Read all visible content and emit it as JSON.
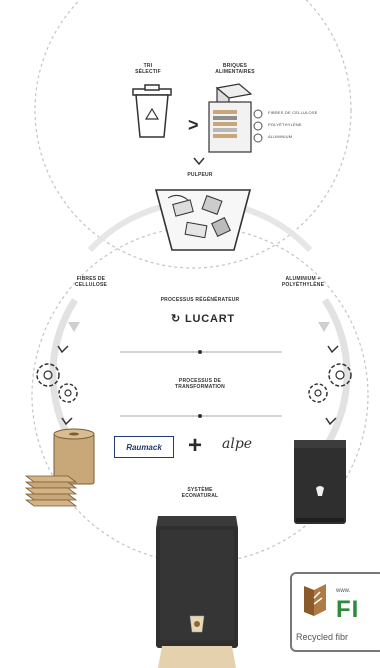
{
  "top": {
    "bin_label": "TRI\nSÉLECTIF",
    "carton_label": "BRIQUES\nALIMENTAIRES",
    "layers": [
      "FIBRES DE CELLULOSE",
      "POLYÉTHYLÈNE",
      "ALUMINIUM"
    ],
    "pulper_label": "PULPEUR"
  },
  "cycle": {
    "left_label": "FIBRES DE\nCELLULOSE",
    "right_label": "ALUMINIUM +\nPOLYÉTHYLÈNE",
    "regen_label": "PROCESSUS RÉGÉNÉRATEUR",
    "brand": "LUCART",
    "transform_label": "PROCESSUS DE\nTRANSFORMATION"
  },
  "bottom": {
    "logo1": "Raumack",
    "plus": "+",
    "logo2": "alpe",
    "system_label": "SYSTÈME\nECONATURAL"
  },
  "fsc": {
    "www": "www.",
    "letters": "FI",
    "recycled": "Recycled fibr"
  },
  "colors": {
    "dash": "#bdbdbd",
    "arc": "#d9d9d9",
    "dispenser": "#2f2f2f",
    "roll": "#c8a778",
    "fsc_green": "#2e8b3a",
    "fsc_brown": "#8a5a2b"
  }
}
